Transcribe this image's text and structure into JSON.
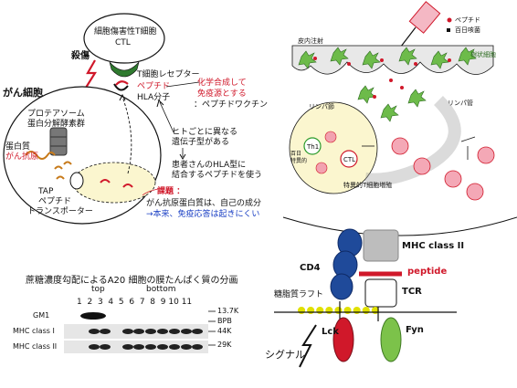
{
  "left_panel": {
    "ctl_title": "細胞傷害性T細胞",
    "ctl_sub": "CTL",
    "kill": "殺傷",
    "tcr_label": "T細胞レセプター",
    "cancer_cell": "がん細胞",
    "peptide": "ペプチド",
    "hla": "HLA分子",
    "chem_synth_1": "化学合成して",
    "chem_synth_2": "免疫源とする",
    "vaccine": "：ペプチドワクチン",
    "proteasome_1": "プロテアソーム",
    "proteasome_2": "蛋白分解酵素群",
    "protein": "蛋白質",
    "cancer_antigen": "がん抗原",
    "tap": "TAP",
    "peptide2": "ペプチド",
    "transporter": "トランスポーター",
    "genetic_1": "ヒトごとに異なる",
    "genetic_2": "遺伝子型がある",
    "patient_1": "患者さんのHLA型に",
    "patient_2": "結合するペプチドを使う",
    "issue_title": "課題",
    "issue_colon": "：",
    "issue_line1": "がん抗原蛋白質は、自己の成分",
    "issue_line2": "→本来、免疫応答は起きにくい"
  },
  "right_top": {
    "peptide_legend": "ペプチド",
    "adjuvant_legend": "百日咳菌",
    "injection": "皮内注射",
    "dendritic": "樹状細胞",
    "lymph_node": "リンパ節",
    "lymph_vessel": "リンパ管",
    "th1": "Th1",
    "ctl": "CTL",
    "specific_1": "百日",
    "specific_2": "特異的",
    "proliferation": "特異的T細胞増殖"
  },
  "blot": {
    "title": "蔗糖濃度勾配によるA20 細胞の膜たんぱく質の分画",
    "top_label": "top",
    "bottom_label": "bottom",
    "lanes": [
      "1",
      "2",
      "3",
      "4",
      "5",
      "6",
      "7",
      "8",
      "9",
      "10",
      "11"
    ],
    "rows": [
      "GM1",
      "MHC class I",
      "MHC class II"
    ],
    "markers": [
      "13.7K",
      "BPB",
      "44K",
      "29K"
    ]
  },
  "right_bottom": {
    "mhc": "MHC class II",
    "cd4": "CD4",
    "peptide": "peptide",
    "raft": "糖脂質ラフト",
    "tcr": "TCR",
    "lck": "Lck",
    "fyn": "Fyn",
    "signal": "シグナル"
  },
  "colors": {
    "red": "#d0182a",
    "blue": "#1a3fc4",
    "green": "#7cc24a",
    "navy": "#1f4a9a"
  }
}
